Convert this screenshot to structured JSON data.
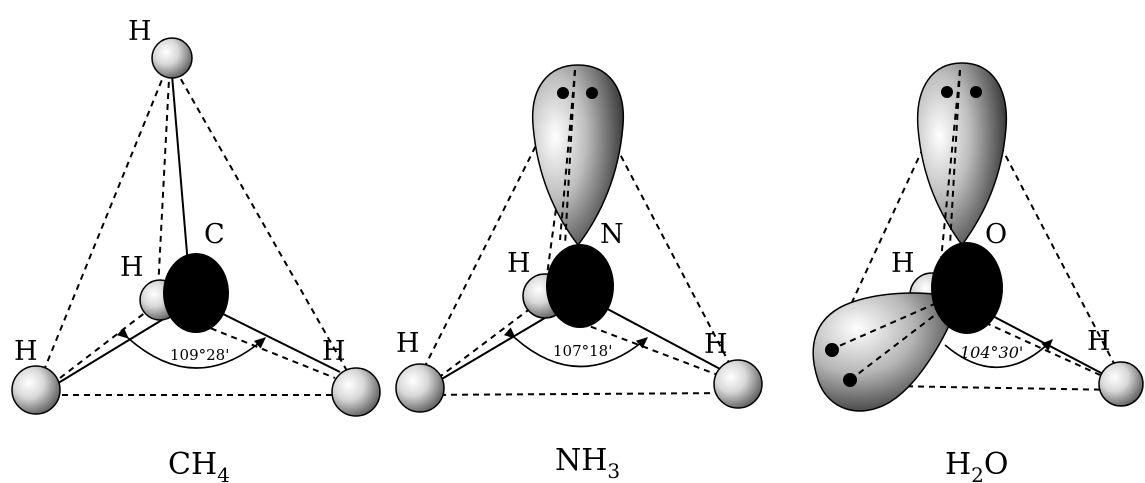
{
  "molecules": [
    {
      "id": "ch4",
      "formula_main": "CH",
      "formula_sub": "4",
      "formula_tail": "",
      "central_atom": "C",
      "hydrogen_label": "H",
      "angle": "109°28'"
    },
    {
      "id": "nh3",
      "formula_main": "NH",
      "formula_sub": "3",
      "formula_tail": "",
      "central_atom": "N",
      "hydrogen_label": "H",
      "angle": "107°18'"
    },
    {
      "id": "h2o",
      "formula_main": "H",
      "formula_sub": "2",
      "formula_tail": "O",
      "central_atom": "O",
      "hydrogen_label": "H",
      "angle": "104°30'"
    }
  ],
  "colors": {
    "atom_dark": "#000000",
    "hydrogen_light": "#ffffff",
    "hydrogen_dark": "#6f6f6f",
    "orbital_light": "#ffffff",
    "orbital_dark": "#2a2a2a"
  }
}
